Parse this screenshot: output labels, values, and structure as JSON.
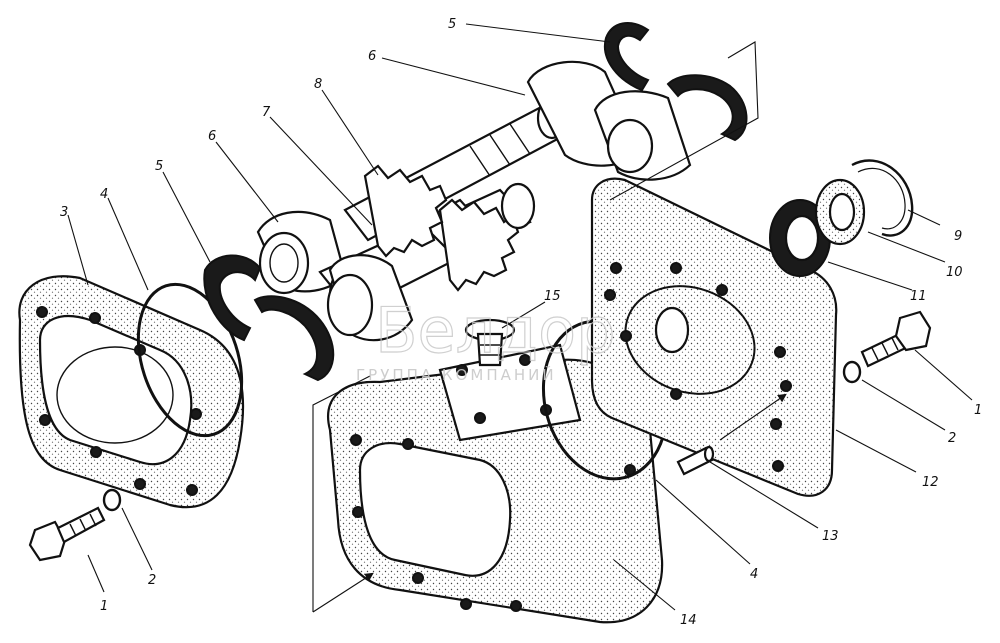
{
  "callouts": [
    "1",
    "2",
    "3",
    "4",
    "5",
    "6",
    "7",
    "8",
    "9",
    "10",
    "11",
    "12",
    "13",
    "14",
    "15"
  ],
  "watermark": {
    "brand": "Белдор",
    "subtitle": "ГРУППА КОМПАНИЙ"
  }
}
